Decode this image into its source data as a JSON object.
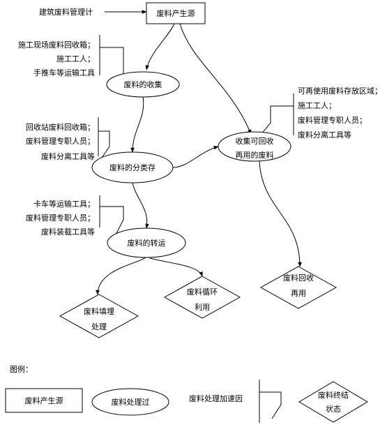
{
  "nodes": {
    "source": "废料产生源",
    "collect": "废料的收集",
    "sort": "废料的分类存",
    "transport": "废料的转运",
    "recoverable_line1": "收集可回收",
    "recoverable_line2": "再用的废料",
    "landfill_line1": "废料填埋",
    "landfill_line2": "处理",
    "recycle_line1": "废料循环",
    "recycle_line2": "利用",
    "reuse_line1": "废料回收",
    "reuse_line2": "再用"
  },
  "annotations": {
    "source_note": "建筑废料管理计",
    "collect_notes": [
      "施工现场废料回收箱；",
      "施工工人；",
      "手推车等运输工具"
    ],
    "sort_notes": [
      "回收站废料回收箱；",
      "废料管理专职人员；",
      "废料分离工具等"
    ],
    "transport_notes": [
      "卡车等运输工具；",
      "废料管理专职人员；",
      "废料装载工具等"
    ],
    "recoverable_notes": [
      "可再使用废料存放区域；",
      "施工工人；",
      "废料管理专职人员；",
      "废料分离工具等"
    ]
  },
  "legend": {
    "title": "图例：",
    "source_label": "废料产生源",
    "process_label": "废料处理过",
    "accelerator_label": "废料处理加速因",
    "terminal_line1": "废料终结",
    "terminal_line2": "状态"
  }
}
